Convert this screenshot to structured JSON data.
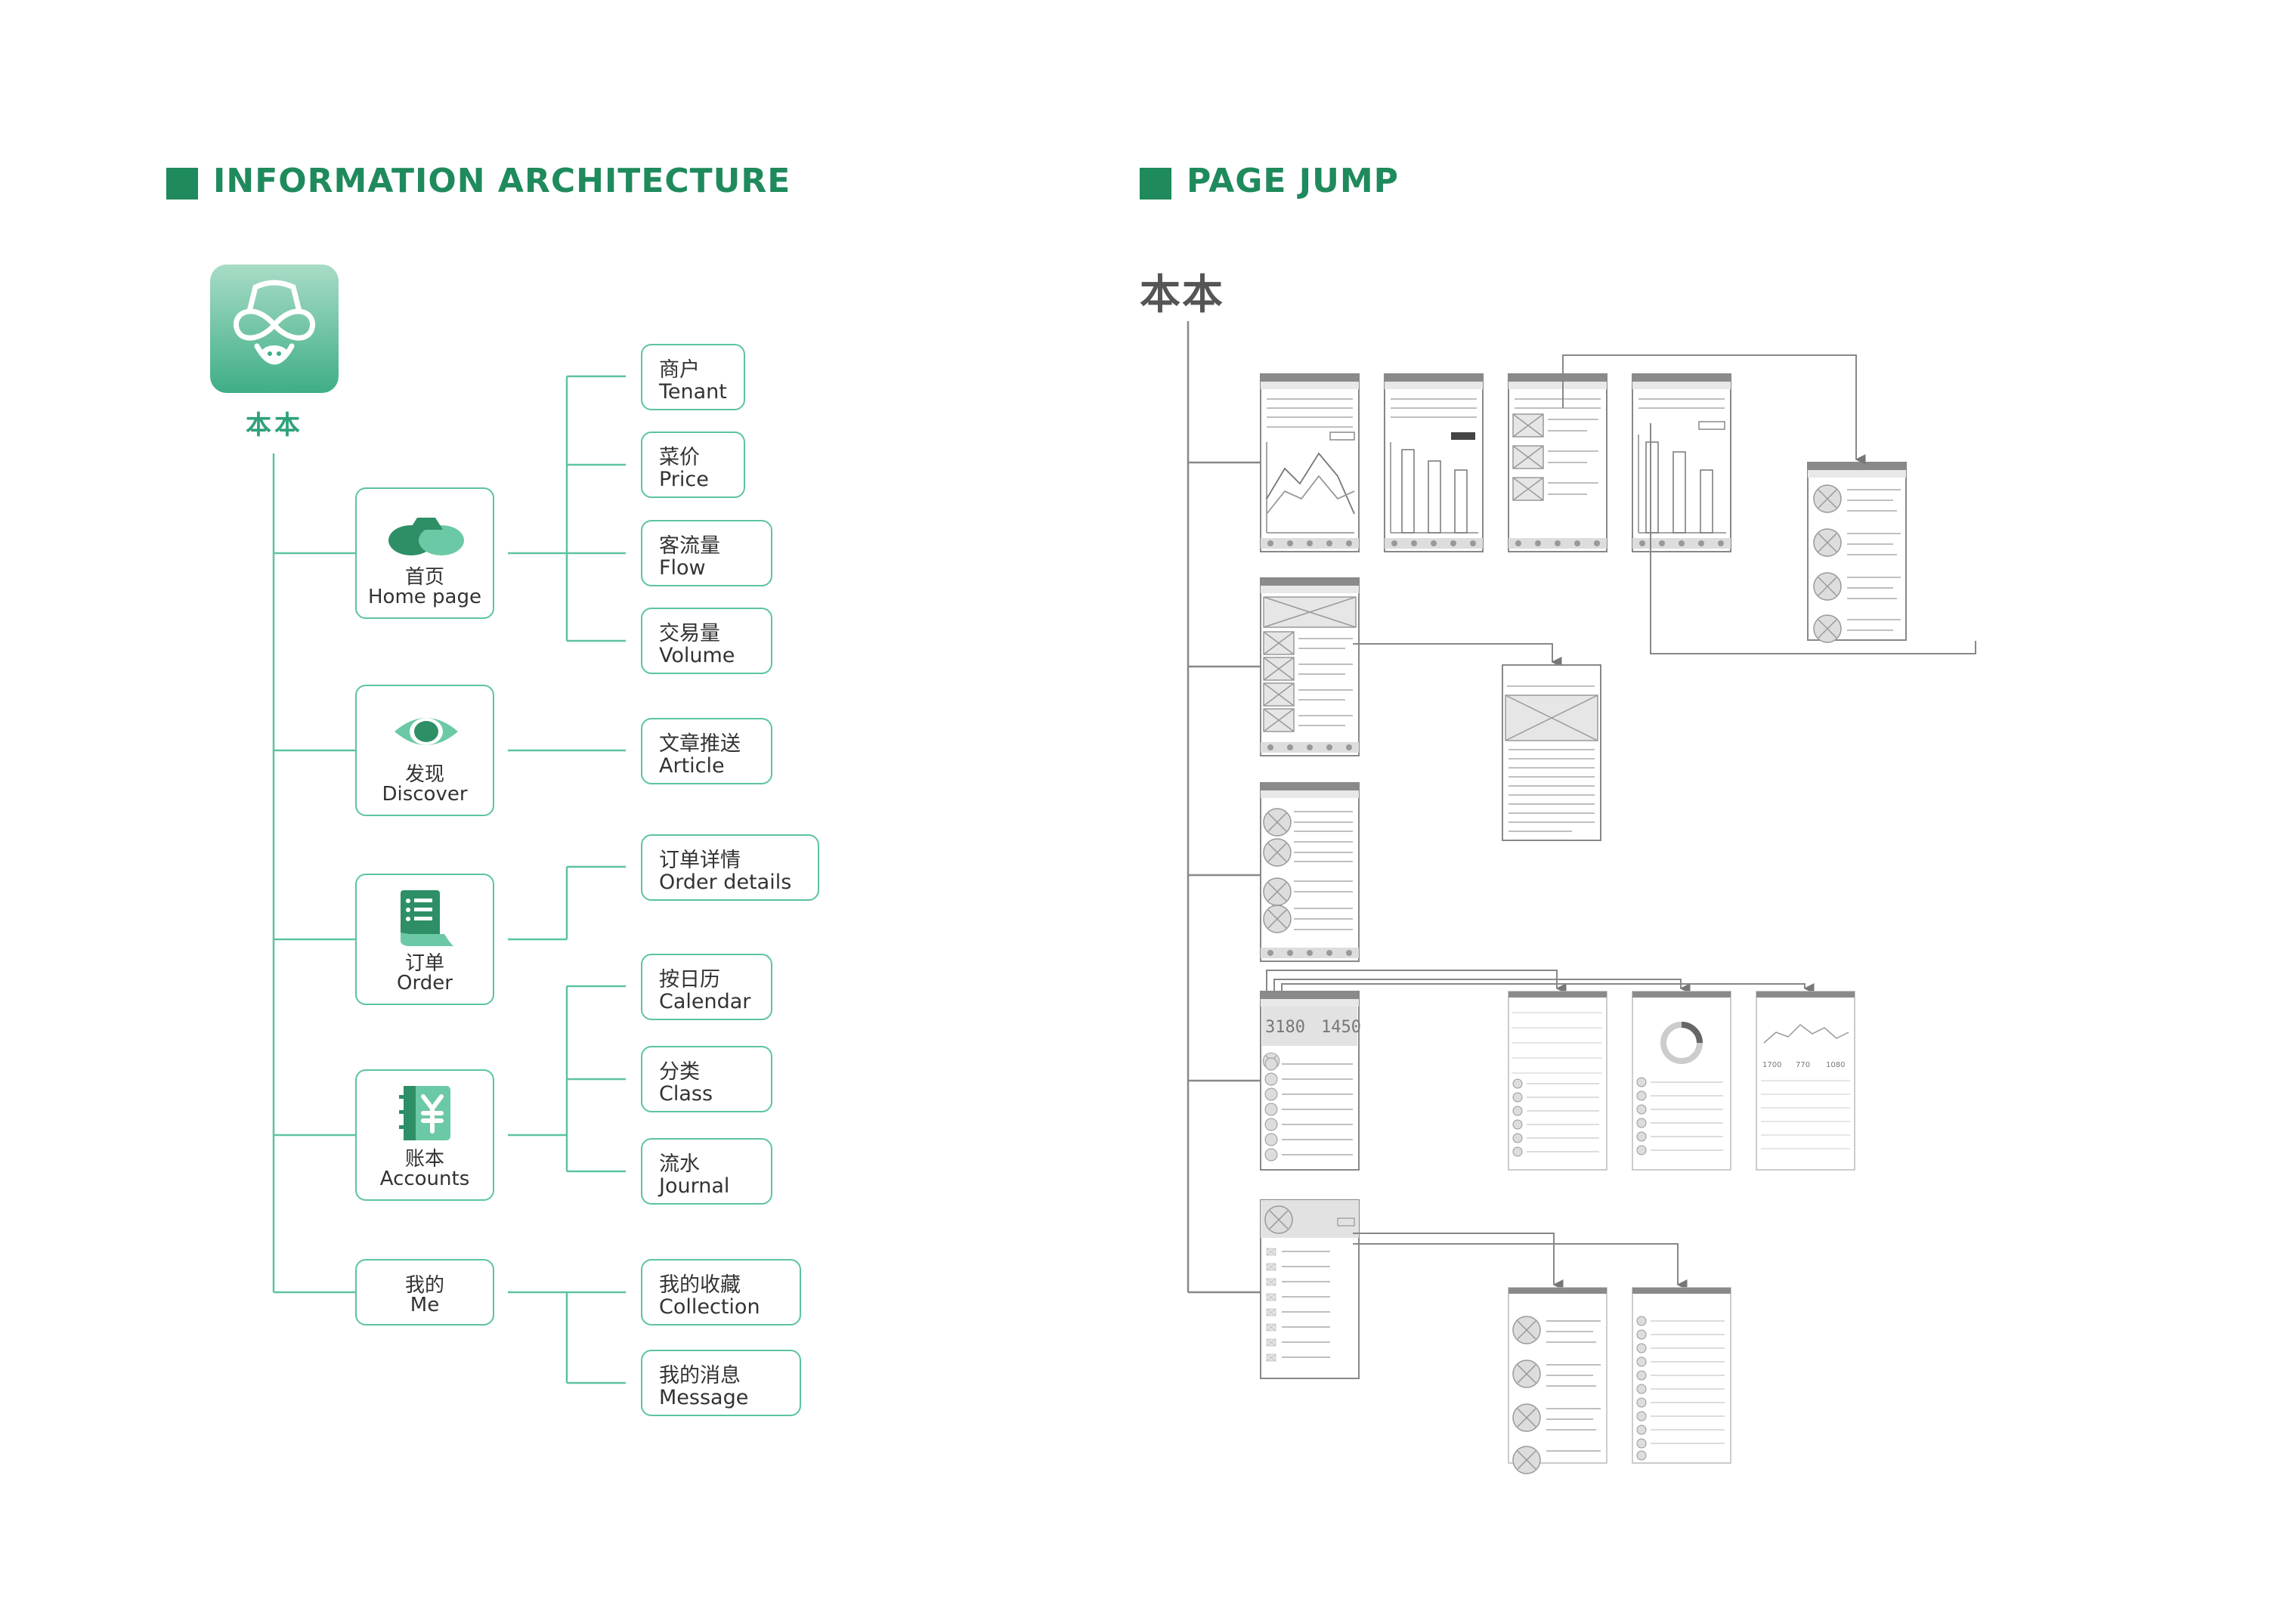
{
  "ia": {
    "title": "INFORMATION ARCHITECTURE",
    "app_name": "本本",
    "main_nodes": [
      {
        "cn": "首页",
        "en": "Home page",
        "icon": "home-icon"
      },
      {
        "cn": "发现",
        "en": "Discover",
        "icon": "eye-icon"
      },
      {
        "cn": "订单",
        "en": "Order",
        "icon": "order-document-icon"
      },
      {
        "cn": "账本",
        "en": "Accounts",
        "icon": "yen-ledger-icon"
      },
      {
        "cn": "我的",
        "en": "Me",
        "icon": ""
      }
    ],
    "leaves": [
      {
        "cn": "商户",
        "en": "Tenant"
      },
      {
        "cn": "菜价",
        "en": "Price"
      },
      {
        "cn": "客流量",
        "en": "Flow"
      },
      {
        "cn": "交易量",
        "en": "Volume"
      },
      {
        "cn": "文章推送",
        "en": "Article"
      },
      {
        "cn": "订单详情",
        "en": "Order details"
      },
      {
        "cn": "按日历",
        "en": "Calendar"
      },
      {
        "cn": "分类",
        "en": "Class"
      },
      {
        "cn": "流水",
        "en": "Journal"
      },
      {
        "cn": "我的收藏",
        "en": "Collection"
      },
      {
        "cn": "我的消息",
        "en": "Message"
      }
    ]
  },
  "pj": {
    "title": "PAGE JUMP",
    "brand": "本本",
    "wireframe_big_numbers": [
      "3180",
      "1450"
    ],
    "wireframe_stats": [
      "1700",
      "770",
      "1080"
    ]
  },
  "colors": {
    "accent": "#1f8a5c",
    "node_border": "#5cc49e",
    "line": "#5cc49e",
    "wire": "#888888"
  }
}
